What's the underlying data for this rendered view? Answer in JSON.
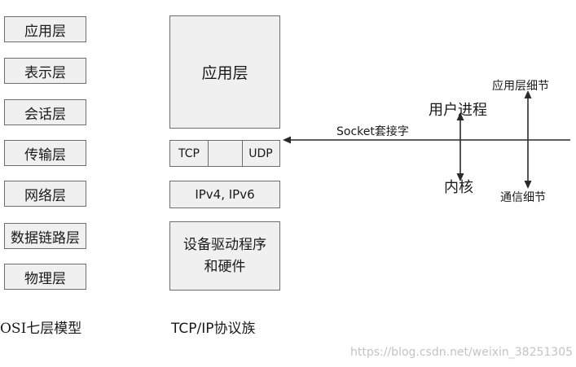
{
  "osi": {
    "layers": [
      "应用层",
      "表示层",
      "会话层",
      "传输层",
      "网络层",
      "数据链路层",
      "物理层"
    ],
    "caption": "OSI七层模型"
  },
  "tcpip": {
    "application": "应用层",
    "transport": {
      "left": "TCP",
      "right": "UDP"
    },
    "network": "IPv4, IPv6",
    "link": {
      "line1": "设备驱动程序",
      "line2": "和硬件"
    },
    "caption": "TCP/IP协议族"
  },
  "socket_label": "Socket套接字",
  "user_process": "用户进程",
  "kernel": "内核",
  "app_detail": "应用层细节",
  "comm_detail": "通信细节",
  "watermark": "https://blog.csdn.net/weixin_38251305"
}
